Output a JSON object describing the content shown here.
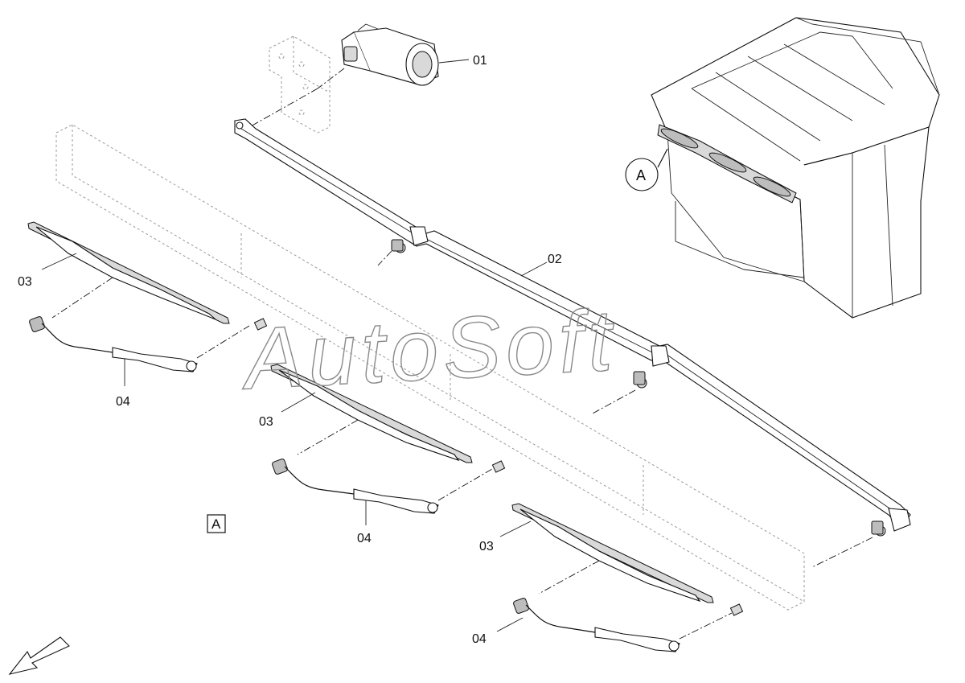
{
  "watermark": "AutoSoft",
  "view_label": "A",
  "detail_callout": "A",
  "parts": [
    {
      "id": "01",
      "label": "01",
      "name": "wiper-motor"
    },
    {
      "id": "02",
      "label": "02",
      "name": "wiper-linkage"
    },
    {
      "id": "03",
      "label": "03",
      "name": "wiper-blade"
    },
    {
      "id": "04",
      "label": "04",
      "name": "wiper-arm"
    }
  ]
}
